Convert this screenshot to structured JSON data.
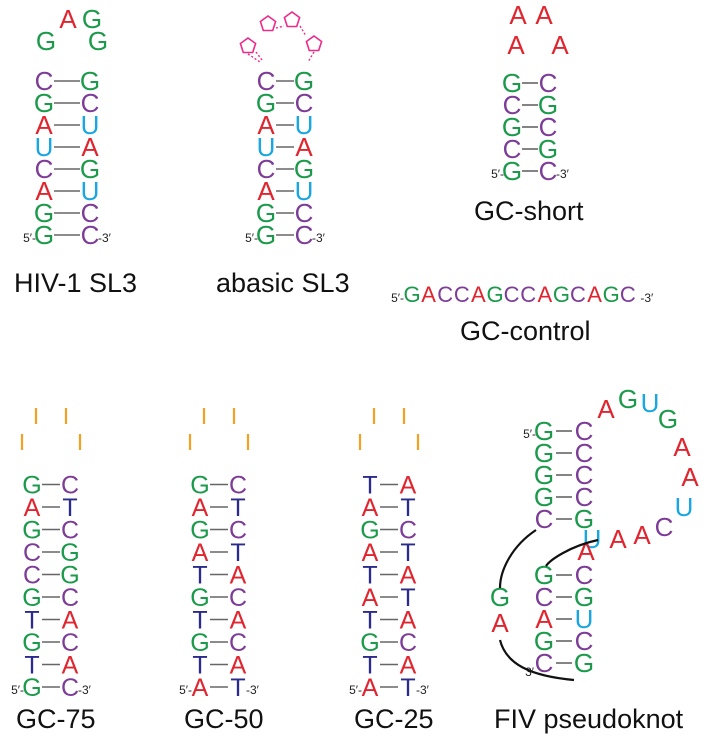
{
  "colors": {
    "G": "#1a9a4a",
    "C": "#7d3c98",
    "A": "#e0252f",
    "U": "#1aa7df",
    "T": "#2b2b8c",
    "bond": "#666666",
    "orange": "#f4a020",
    "loop": "#ec2a8a",
    "line": "#111111"
  },
  "structures": [
    {
      "id": "hiv1-sl3",
      "name": "HIV-1 SL3",
      "loop": [
        "G",
        "A",
        "G",
        "G"
      ],
      "pairs": [
        [
          "C",
          "G"
        ],
        [
          "G",
          "C"
        ],
        [
          "A",
          "U"
        ],
        [
          "U",
          "A"
        ],
        [
          "C",
          "G"
        ],
        [
          "A",
          "U"
        ],
        [
          "G",
          "C"
        ],
        [
          "G",
          "C"
        ]
      ]
    },
    {
      "id": "abasic-sl3",
      "name": "abasic SL3",
      "loop_icon": "abasic-pentagon-icon",
      "pairs": [
        [
          "C",
          "G"
        ],
        [
          "G",
          "C"
        ],
        [
          "A",
          "U"
        ],
        [
          "U",
          "A"
        ],
        [
          "C",
          "G"
        ],
        [
          "A",
          "U"
        ],
        [
          "G",
          "C"
        ],
        [
          "G",
          "C"
        ]
      ]
    },
    {
      "id": "gc-short",
      "name": "GC-short",
      "loop": [
        "A",
        "A",
        "A",
        "A"
      ],
      "pairs": [
        [
          "G",
          "C"
        ],
        [
          "C",
          "G"
        ],
        [
          "G",
          "C"
        ],
        [
          "C",
          "G"
        ],
        [
          "G",
          "C"
        ]
      ]
    },
    {
      "id": "gc-control",
      "name": "GC-control",
      "sequence": [
        "G",
        "A",
        "C",
        "C",
        "A",
        "G",
        "C",
        "C",
        "A",
        "G",
        "C",
        "A",
        "G",
        "C"
      ]
    },
    {
      "id": "gc-75",
      "name": "GC-75",
      "pairs": [
        [
          "G",
          "C"
        ],
        [
          "A",
          "T"
        ],
        [
          "G",
          "C"
        ],
        [
          "C",
          "G"
        ],
        [
          "C",
          "G"
        ],
        [
          "G",
          "C"
        ],
        [
          "T",
          "A"
        ],
        [
          "G",
          "C"
        ],
        [
          "T",
          "A"
        ],
        [
          "G",
          "C"
        ]
      ]
    },
    {
      "id": "gc-50",
      "name": "GC-50",
      "pairs": [
        [
          "G",
          "C"
        ],
        [
          "A",
          "T"
        ],
        [
          "G",
          "C"
        ],
        [
          "A",
          "T"
        ],
        [
          "T",
          "A"
        ],
        [
          "G",
          "C"
        ],
        [
          "T",
          "A"
        ],
        [
          "G",
          "C"
        ],
        [
          "T",
          "A"
        ],
        [
          "A",
          "T"
        ]
      ]
    },
    {
      "id": "gc-25",
      "name": "GC-25",
      "pairs": [
        [
          "T",
          "A"
        ],
        [
          "A",
          "T"
        ],
        [
          "G",
          "C"
        ],
        [
          "A",
          "T"
        ],
        [
          "T",
          "A"
        ],
        [
          "A",
          "T"
        ],
        [
          "T",
          "A"
        ],
        [
          "G",
          "C"
        ],
        [
          "T",
          "A"
        ],
        [
          "A",
          "T"
        ]
      ]
    },
    {
      "id": "fiv-pseudoknot",
      "name": "FIV pseudoknot",
      "stem1": [
        [
          "G",
          "C"
        ],
        [
          "G",
          "C"
        ],
        [
          "G",
          "C"
        ],
        [
          "G",
          "C"
        ],
        [
          "C",
          "G"
        ]
      ],
      "loop1": [
        "A",
        "G",
        "U",
        "G",
        "A",
        "A",
        "U",
        "C",
        "A",
        "A",
        "U"
      ],
      "stem2_top": "A",
      "stem2": [
        [
          "G",
          "C"
        ],
        [
          "C",
          "G"
        ],
        [
          "A",
          "U"
        ],
        [
          "G",
          "C"
        ],
        [
          "C",
          "G"
        ]
      ],
      "loop2": [
        "G",
        "A"
      ]
    }
  ],
  "labels": {
    "five_prime": "5′-",
    "three_prime": "-3′",
    "three_prime_short": "3′-"
  }
}
